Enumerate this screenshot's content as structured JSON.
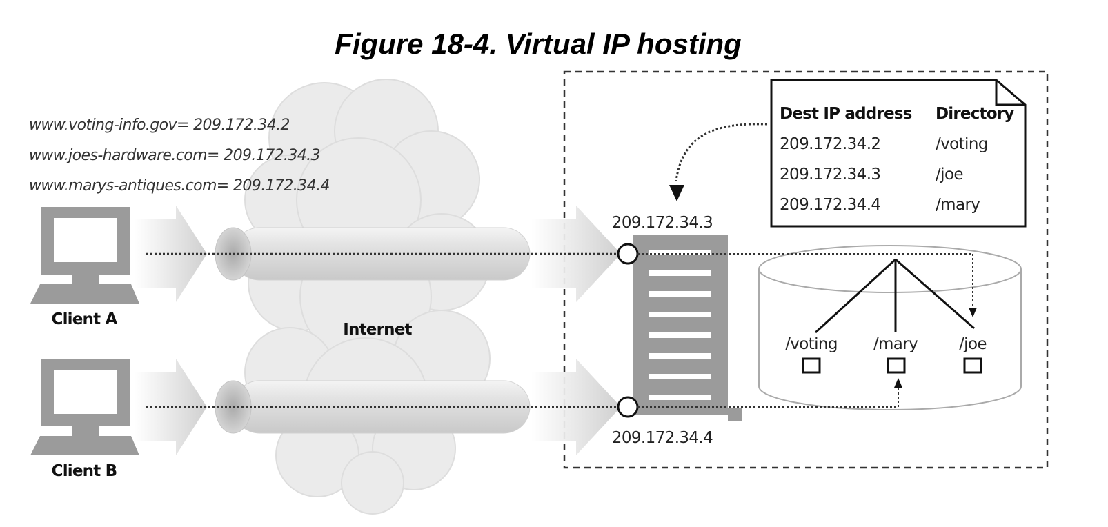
{
  "title": "Figure 18-4. Virtual IP hosting",
  "dns_mappings": [
    "www.voting-info.gov= 209.172.34.2",
    "www.joes-hardware.com= 209.172.34.3",
    "www.marys-antiques.com= 209.172.34.4"
  ],
  "clients": [
    {
      "label": "Client A"
    },
    {
      "label": "Client B"
    }
  ],
  "internet_label": "Internet",
  "server": {
    "ip_top": "209.172.34.3",
    "ip_bottom": "209.172.34.4"
  },
  "table": {
    "headers": [
      "Dest IP address",
      "Directory"
    ],
    "rows": [
      [
        "209.172.34.2",
        "/voting"
      ],
      [
        "209.172.34.3",
        "/joe"
      ],
      [
        "209.172.34.4",
        "/mary"
      ]
    ]
  },
  "directories": [
    "/voting",
    "/mary",
    "/joe"
  ],
  "icons": {
    "client": "computer-monitor-icon",
    "network": "cloud-icon",
    "server": "server-rack-icon",
    "storage": "disk-cylinder-icon",
    "document": "document-icon",
    "folder": "square-folder-icon"
  },
  "colors": {
    "icon_gray": "#9b9b9b",
    "cloud_gray": "#ebebeb",
    "pipe_gray": "#dcdcdc",
    "line": "#333333"
  }
}
